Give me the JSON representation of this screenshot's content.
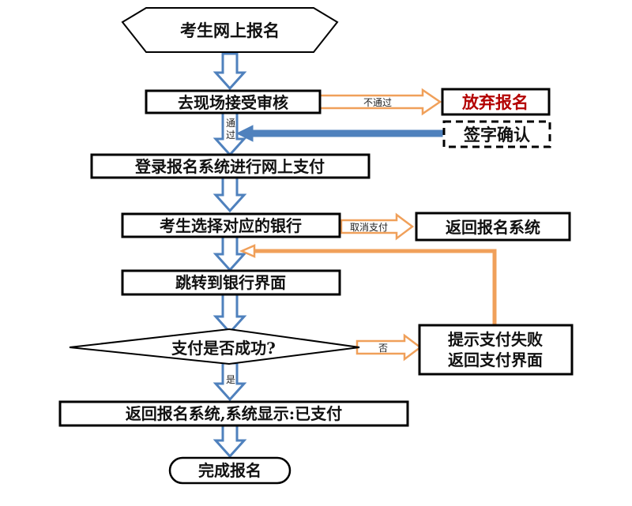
{
  "nodes": {
    "start": "考生网上报名",
    "onsite_review": "去现场接受审核",
    "give_up": "放弃报名",
    "sign_confirm": "签字确认",
    "login_pay": "登录报名系统进行网上支付",
    "choose_bank": "考生选择对应的银行",
    "back_system": "返回报名系统",
    "jump_bank": "跳转到银行界面",
    "pay_success_q": "支付是否成功?",
    "pay_fail_line1": "提示支付失败",
    "pay_fail_line2": "返回支付界面",
    "show_paid": "返回报名系统,系统显示:已支付",
    "finish": "完成报名"
  },
  "edges": {
    "not_pass": "不通过",
    "pass_line1": "通",
    "pass_line2": "过",
    "cancel_pay": "取消支付",
    "no": "否",
    "yes": "是"
  },
  "colors": {
    "blue_arrow": "#4f81bd",
    "blue_arrow_inner": "#ffffff",
    "orange_arrow": "#f0a05a",
    "red_text": "#b30000",
    "box_border": "#000000"
  }
}
